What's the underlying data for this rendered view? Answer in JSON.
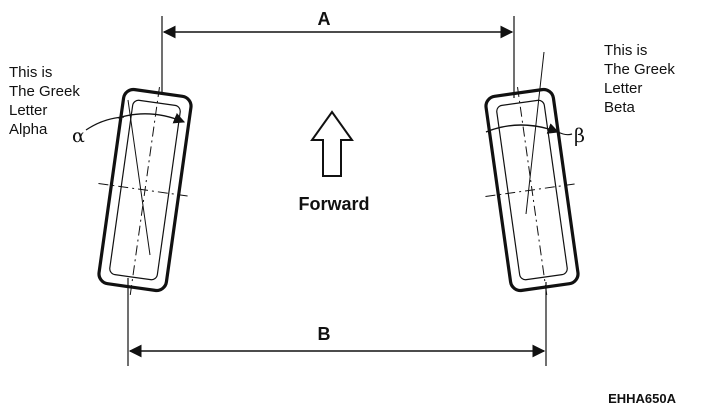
{
  "labels": {
    "dimension_a": "A",
    "dimension_b": "B",
    "forward": "Forward",
    "alpha_symbol": "α",
    "beta_symbol": "β",
    "figure_code": "EHHA650A"
  },
  "annotations": {
    "left": [
      "This is",
      "The Greek",
      "Letter",
      "Alpha"
    ],
    "right": [
      "This is",
      "The Greek",
      "Letter",
      "Beta"
    ]
  }
}
